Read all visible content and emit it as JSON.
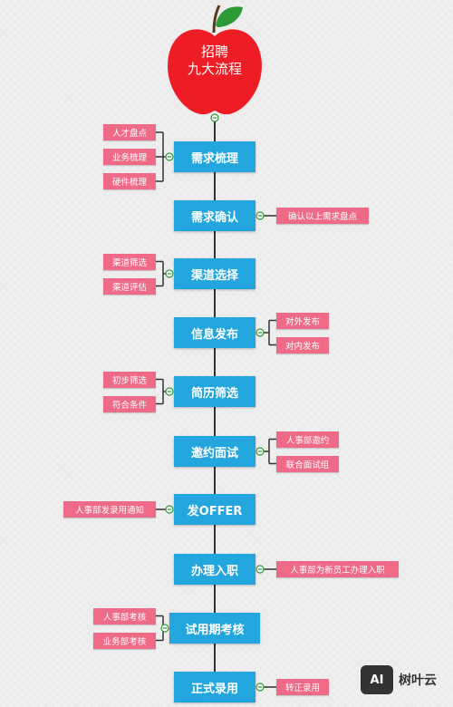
{
  "title": {
    "line1": "招聘",
    "line2": "九大流程"
  },
  "colors": {
    "step": "#23a6dd",
    "tag": "#ee6a86",
    "apple": "#ee1c24",
    "leaf": "#2c9a35",
    "line": "#333333"
  },
  "steps": [
    {
      "label": "需求梳理",
      "left": [
        "人才盘点",
        "业务梳理",
        "硬件梳理"
      ],
      "right": []
    },
    {
      "label": "需求确认",
      "left": [],
      "right": [
        "确认以上需求盘点"
      ]
    },
    {
      "label": "渠道选择",
      "left": [
        "渠道筛选",
        "渠道评估"
      ],
      "right": []
    },
    {
      "label": "信息发布",
      "left": [],
      "right": [
        "对外发布",
        "对内发布"
      ]
    },
    {
      "label": "简历筛选",
      "left": [
        "初步筛选",
        "符合条件"
      ],
      "right": []
    },
    {
      "label": "邀约面试",
      "left": [],
      "right": [
        "人事部邀约",
        "联合面试组"
      ]
    },
    {
      "label": "发OFFER",
      "left": [
        "人事部发录用通知"
      ],
      "right": []
    },
    {
      "label": "办理入职",
      "left": [],
      "right": [
        "人事部为新员工办理入职"
      ]
    },
    {
      "label": "试用期考核",
      "left": [
        "人事部考核",
        "业务部考核"
      ],
      "right": []
    },
    {
      "label": "正式录用",
      "left": [],
      "right": [
        "转正录用"
      ]
    }
  ],
  "logo": {
    "icon": "AI",
    "name": "树叶云"
  }
}
